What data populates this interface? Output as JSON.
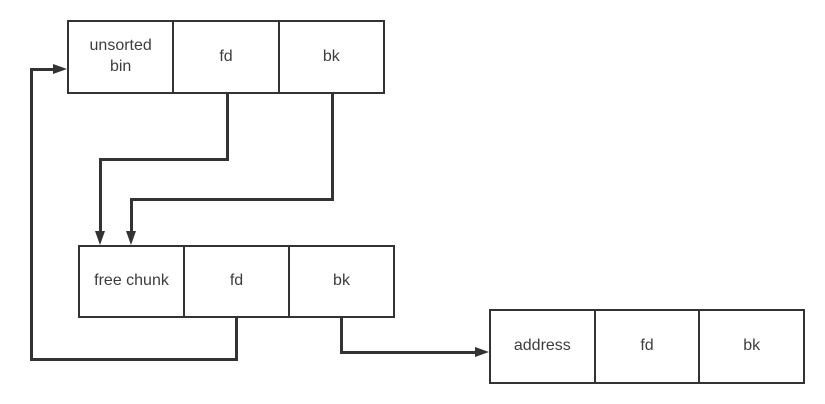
{
  "nodes": [
    {
      "id": "unsorted-bin",
      "cells": [
        {
          "label": "unsorted bin"
        },
        {
          "label": "fd"
        },
        {
          "label": "bk"
        }
      ]
    },
    {
      "id": "free-chunk",
      "cells": [
        {
          "label": "free chunk"
        },
        {
          "label": "fd"
        },
        {
          "label": "bk"
        }
      ]
    },
    {
      "id": "address",
      "cells": [
        {
          "label": "address"
        },
        {
          "label": "fd"
        },
        {
          "label": "bk"
        }
      ]
    }
  ],
  "edges": [
    {
      "from": "unsorted-bin.fd",
      "to": "free-chunk"
    },
    {
      "from": "unsorted-bin.bk",
      "to": "free-chunk"
    },
    {
      "from": "free-chunk.fd",
      "to": "unsorted-bin"
    },
    {
      "from": "free-chunk.bk",
      "to": "address"
    }
  ],
  "colors": {
    "line": "#333333",
    "text": "#3d3d3d",
    "background": "#ffffff"
  }
}
